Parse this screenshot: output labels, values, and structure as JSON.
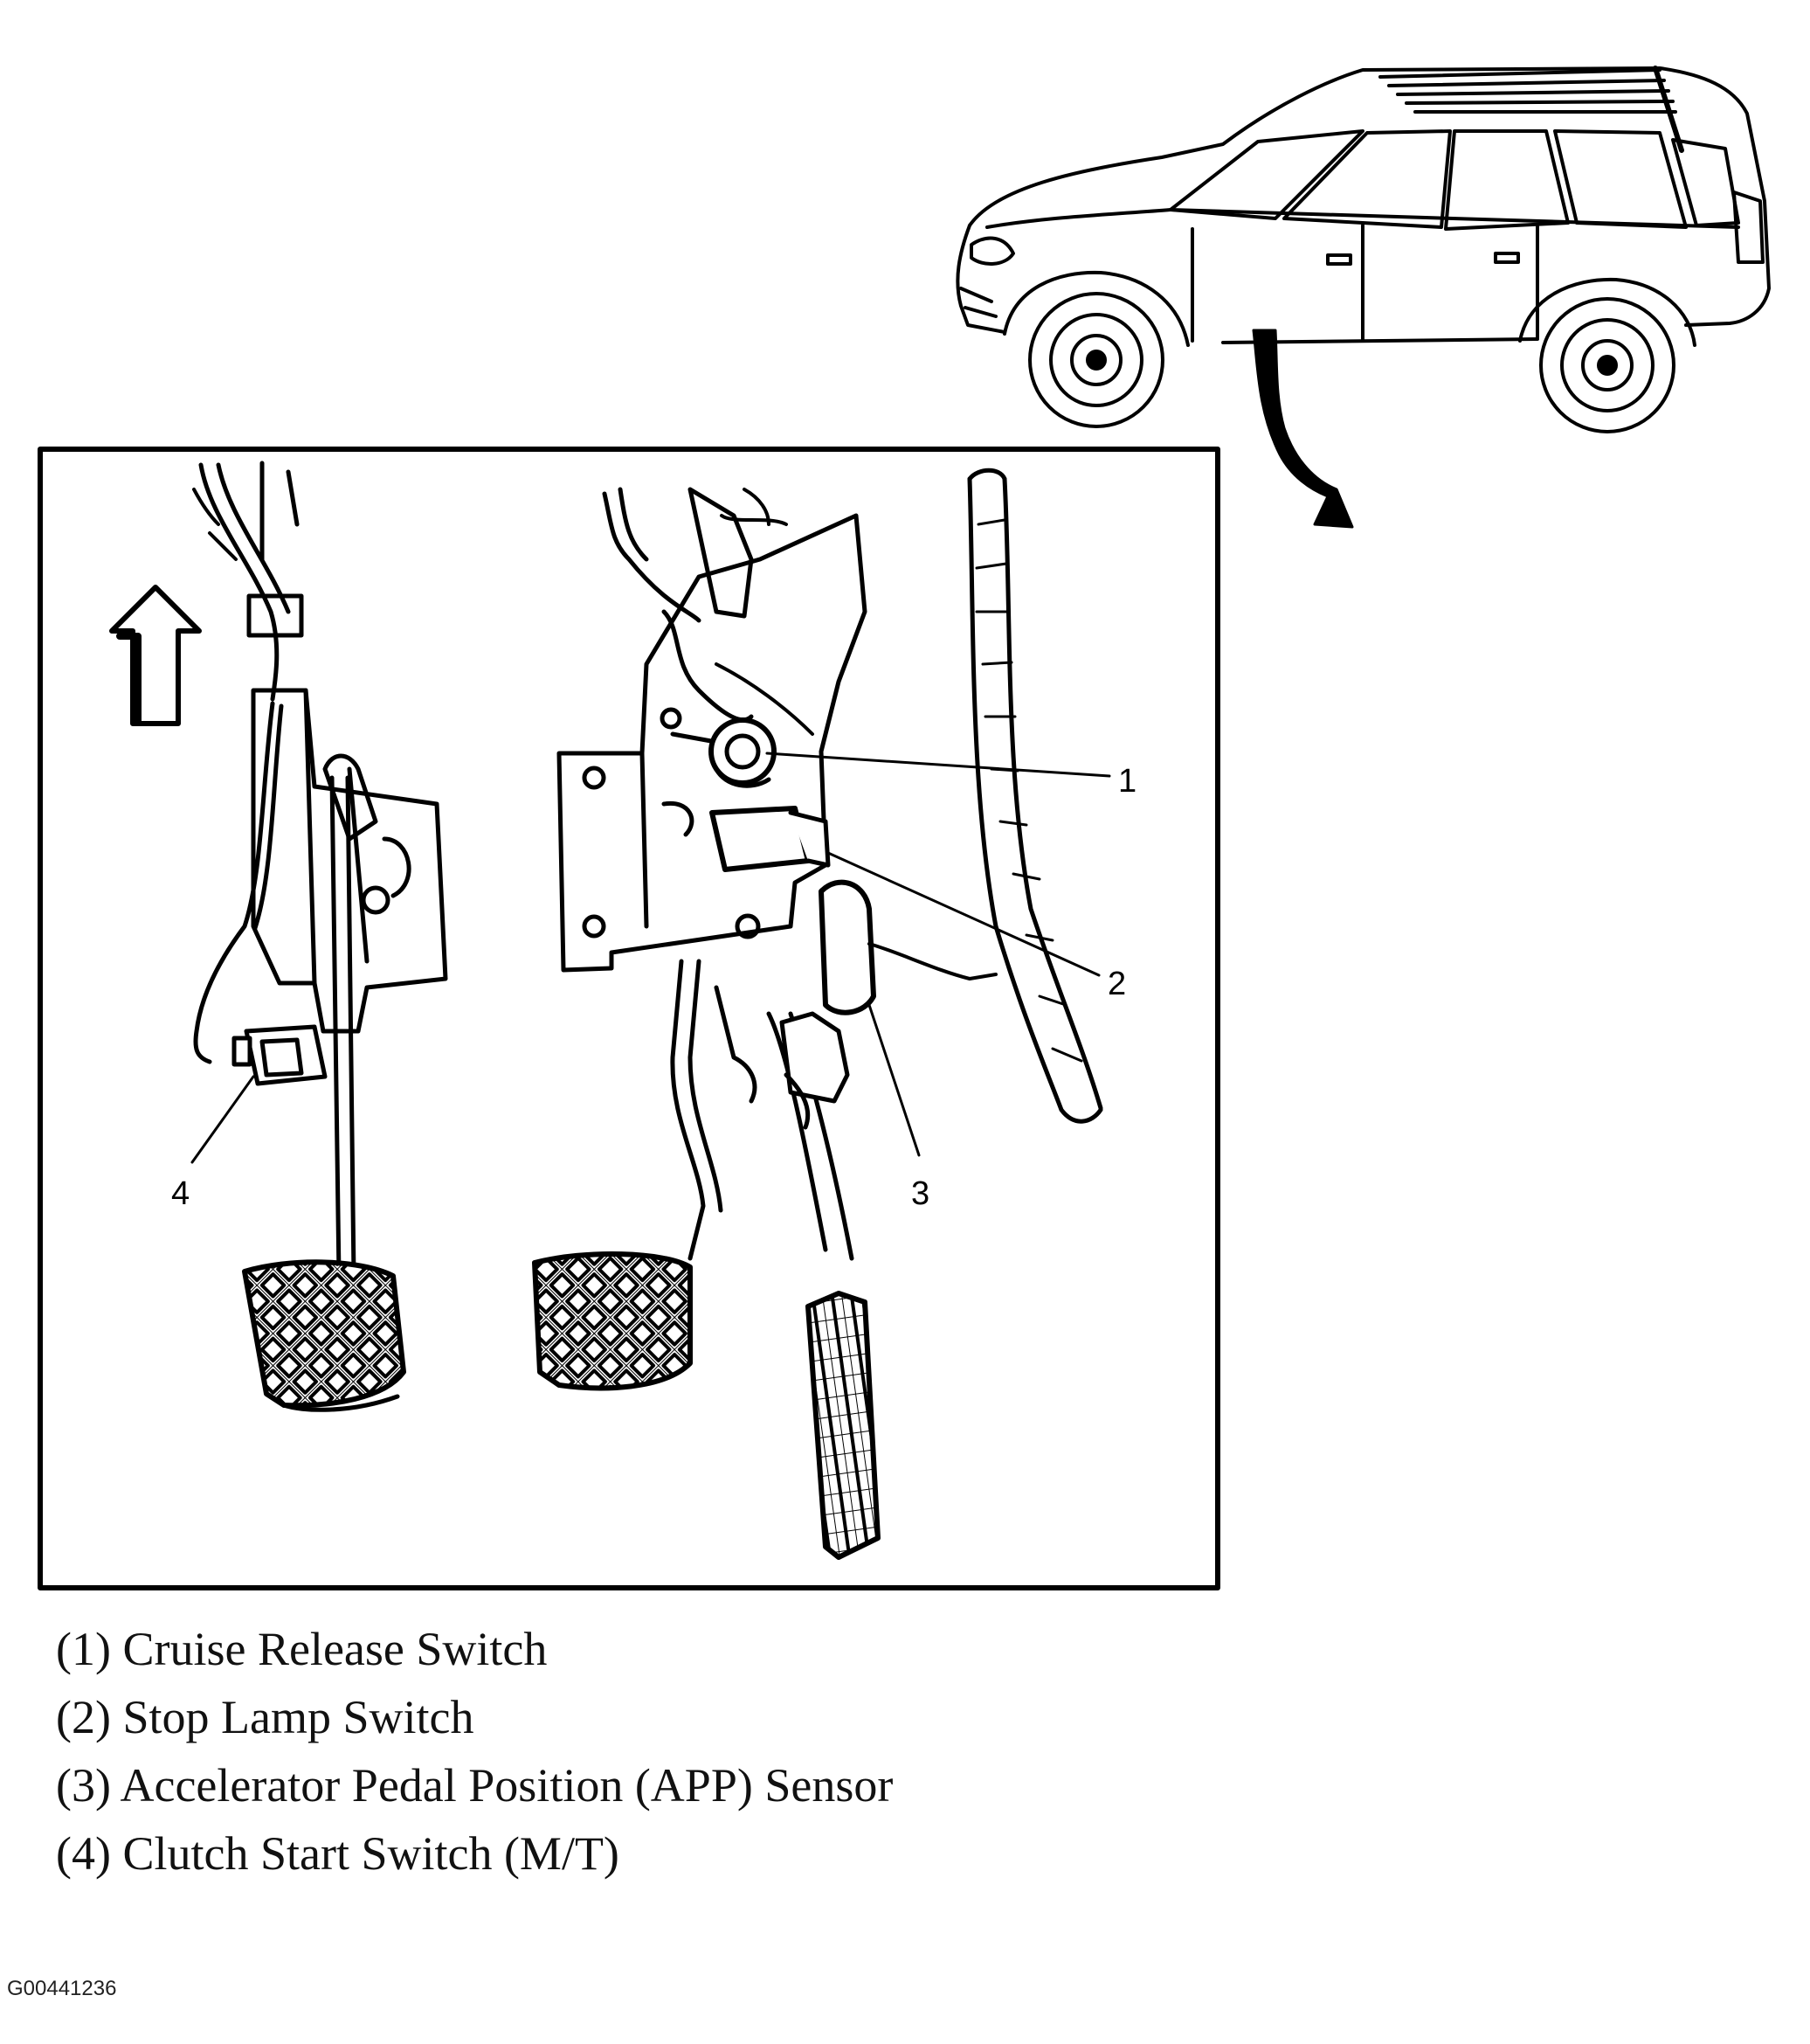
{
  "callouts": {
    "c1": "1",
    "c2": "2",
    "c3": "3",
    "c4": "4"
  },
  "legend": [
    {
      "text": "(1) Cruise Release Switch"
    },
    {
      "text": "(2) Stop Lamp Switch"
    },
    {
      "text": "(3) Accelerator Pedal Position (APP) Sensor"
    },
    {
      "text": "(4) Clutch Start Switch (M/T)"
    }
  ],
  "figure_id": "G00441236",
  "colors": {
    "ink": "#000000",
    "background": "#ffffff"
  }
}
